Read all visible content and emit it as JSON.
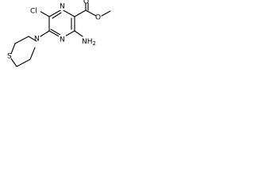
{
  "labels": {
    "chlorine": "Cl",
    "amino": "NH",
    "amino_subscript": "2",
    "ring_nitrogen_top": "N",
    "ring_nitrogen_bottom": "N",
    "ester_oxygen_carbonyl": "O",
    "ester_oxygen_ether": "O",
    "morpholine_nitrogen": "N",
    "thio_sulfur": "S"
  }
}
